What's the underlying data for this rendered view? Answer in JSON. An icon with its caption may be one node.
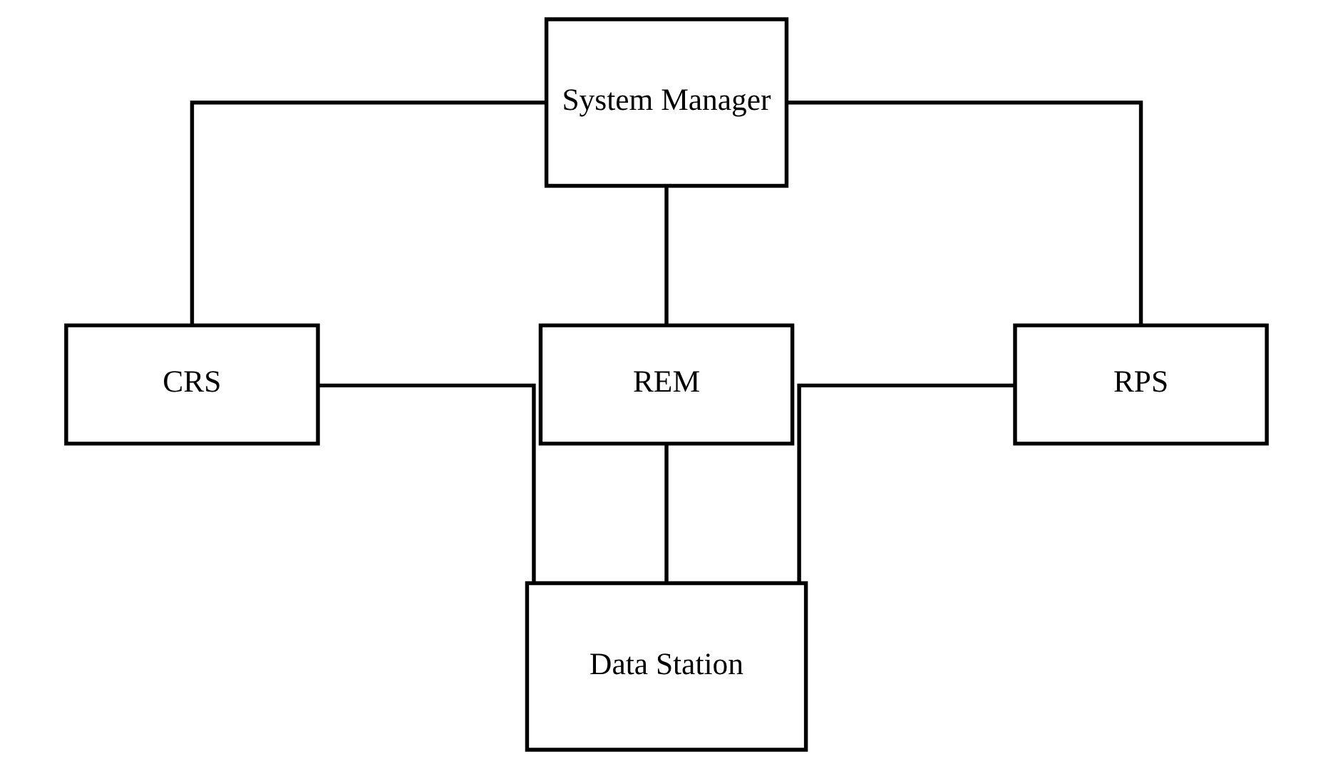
{
  "diagram": {
    "nodes": [
      {
        "text": [
          "System Manager"
        ]
      },
      {
        "text": [
          "CRS"
        ]
      },
      {
        "text": [
          "REM"
        ]
      },
      {
        "text": [
          "RPS"
        ]
      },
      {
        "text": [
          "Data Station"
        ]
      }
    ],
    "edges": [
      {
        "from": 0,
        "to": 1,
        "arrow": "none"
      },
      {
        "from": 0,
        "to": 2,
        "arrow": "none"
      },
      {
        "from": 0,
        "to": 3,
        "arrow": "none"
      },
      {
        "from": 1,
        "to": 4,
        "arrow": "none"
      },
      {
        "from": 2,
        "to": 4,
        "arrow": "none"
      },
      {
        "from": 3,
        "to": 4,
        "arrow": "none"
      }
    ]
  }
}
